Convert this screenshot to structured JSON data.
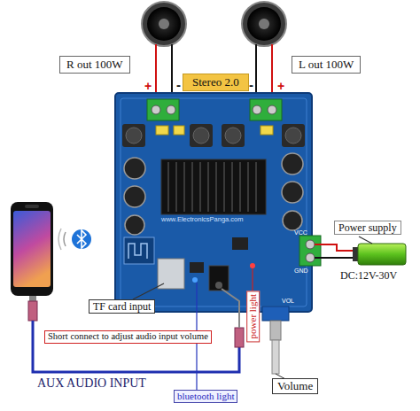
{
  "diagram": {
    "nodes": [
      {
        "text": [
          "R out 100W"
        ]
      },
      {
        "text": [
          "Stereo 2.0"
        ]
      },
      {
        "text": [
          "L out 100W"
        ]
      },
      {
        "text": [
          "Power supply"
        ]
      },
      {
        "text": [
          "TF card input"
        ]
      },
      {
        "text": [
          "Short connect to adjust audio input volume"
        ]
      },
      {
        "text": [
          "power light"
        ]
      },
      {
        "text": [
          "bluetooth light"
        ]
      },
      {
        "text": [
          "Volume"
        ]
      }
    ],
    "labels": [
      "+",
      "-",
      "-",
      "+",
      "www.ElectronicsPanga.com",
      "GND",
      "VCC",
      "VOL",
      "DC:12V-30V",
      "AUX AUDIO INPUT"
    ]
  }
}
